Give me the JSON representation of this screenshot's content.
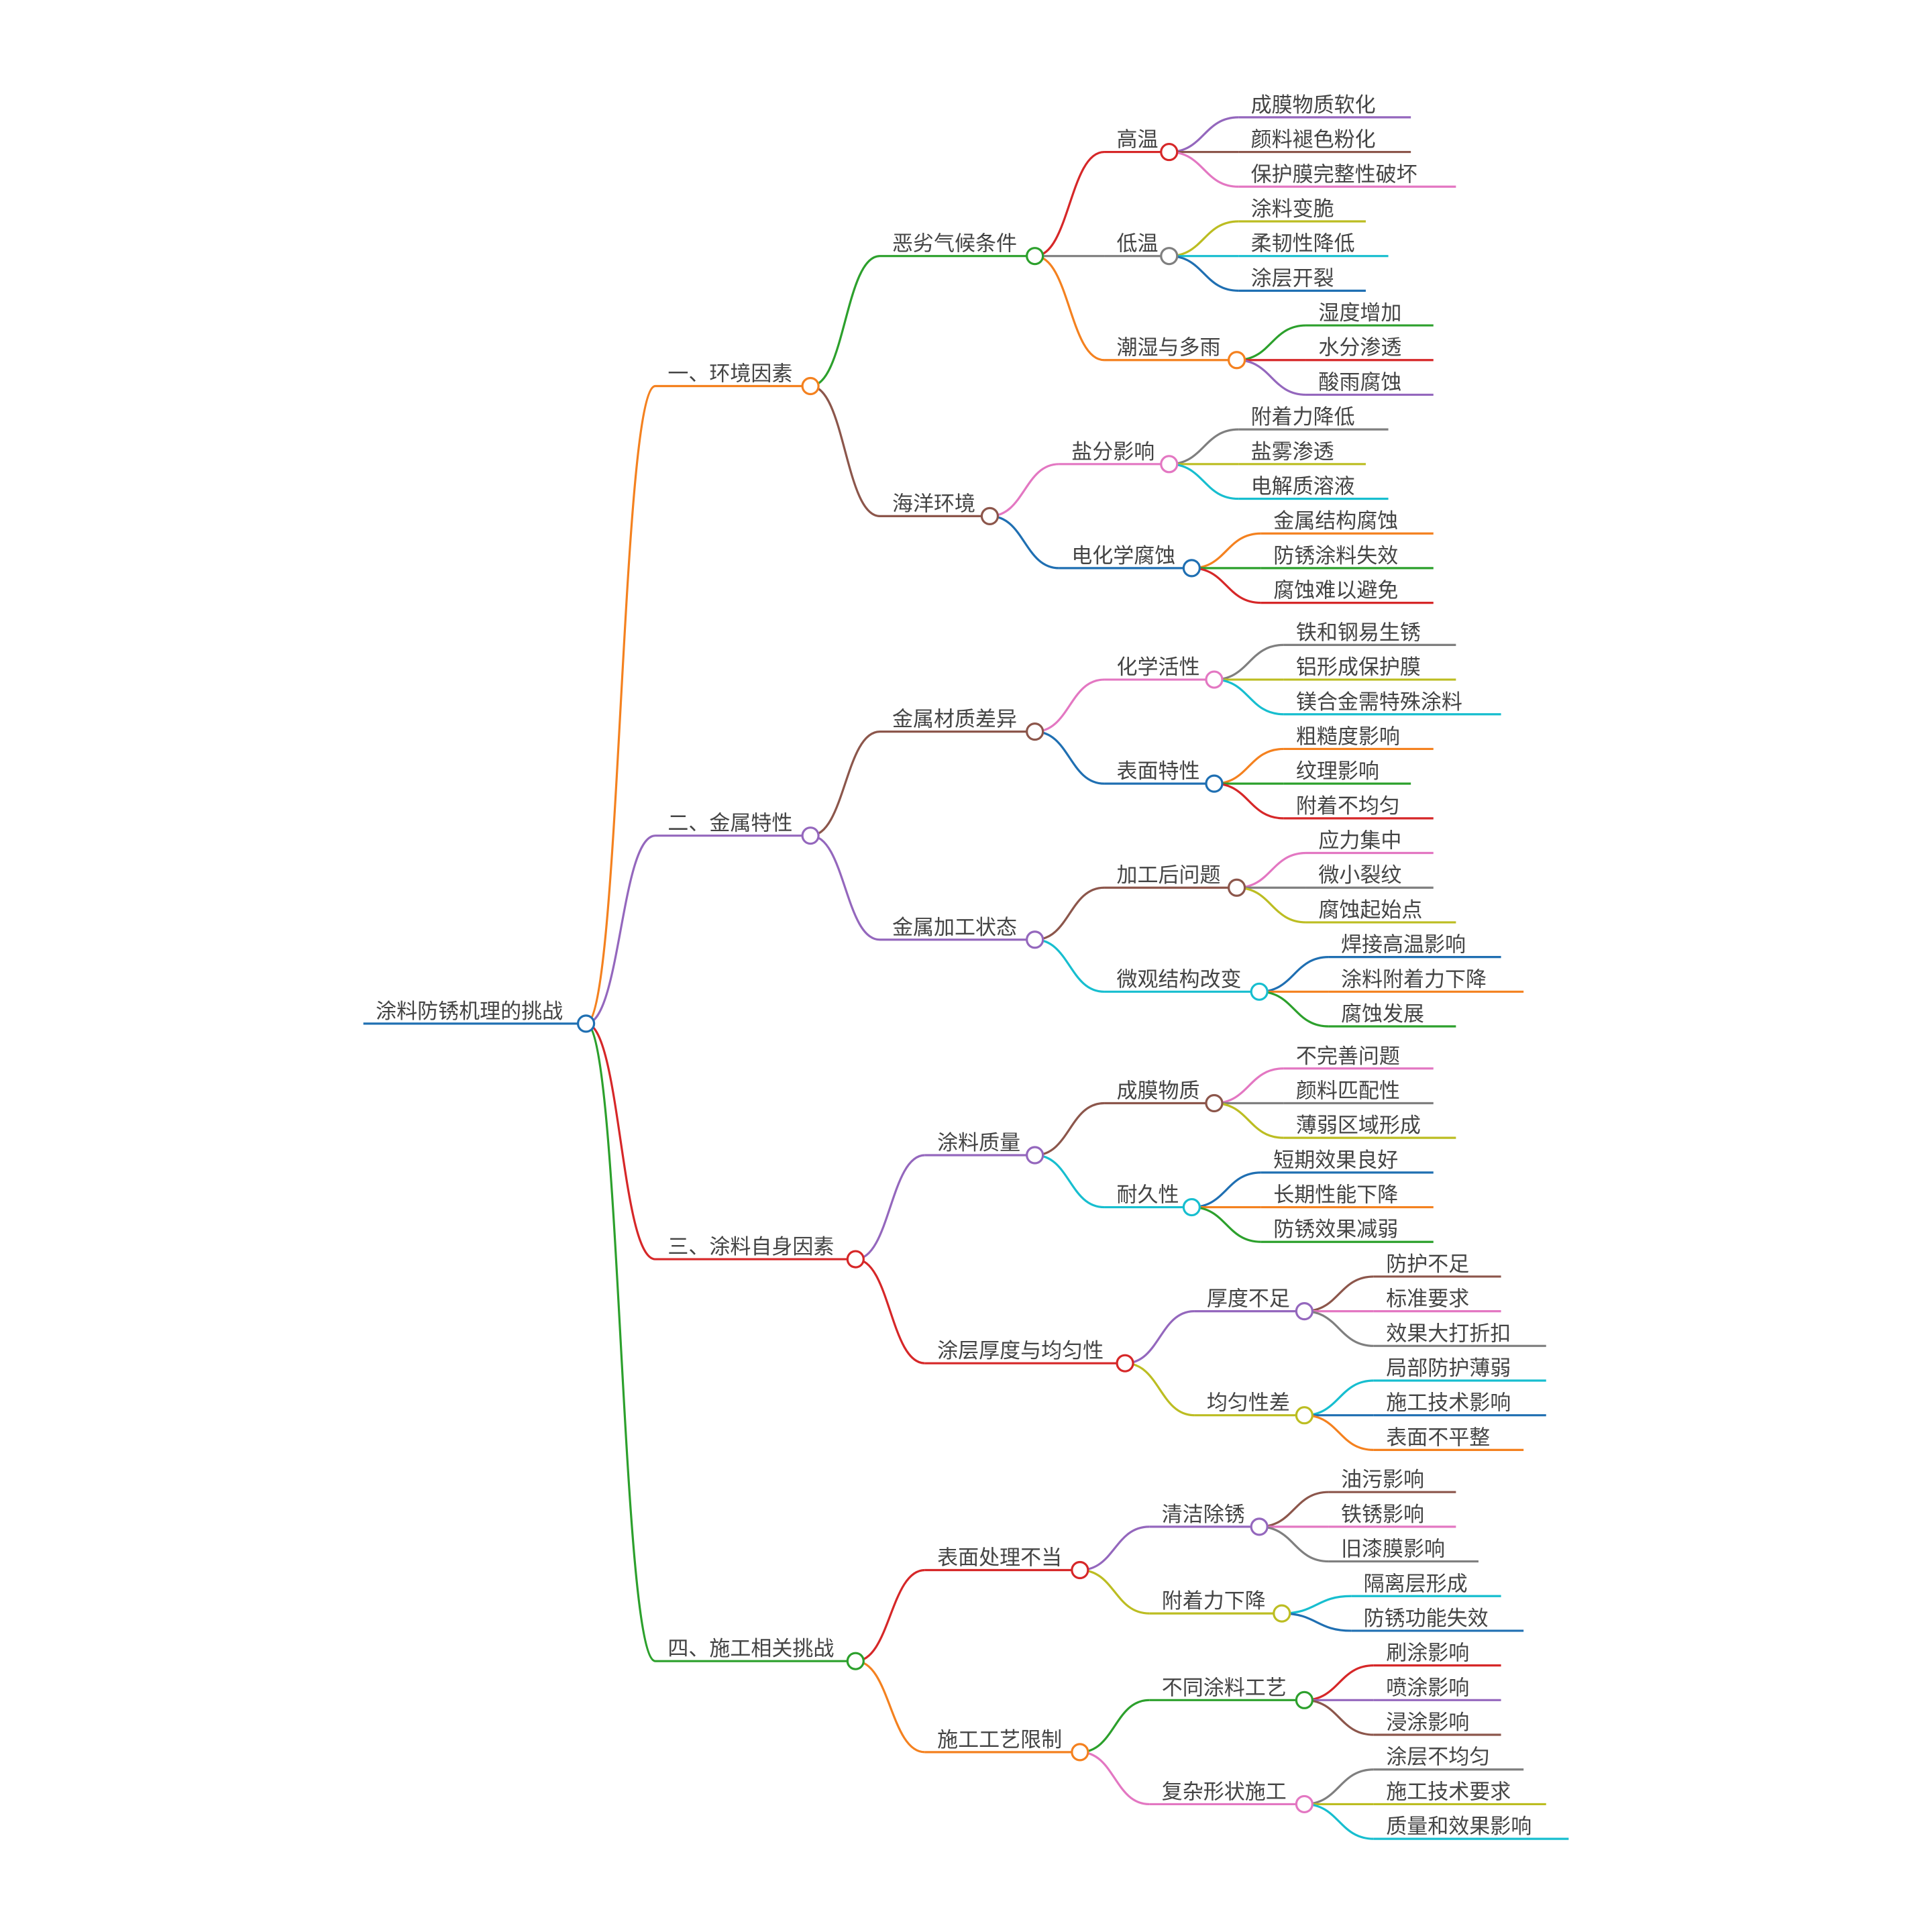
{
  "root": {
    "label": "涂料防锈机理的挑战",
    "children": [
      {
        "label": "一、环境因素",
        "color": "#f4811f",
        "children": [
          {
            "label": "恶劣气候条件",
            "color": "#2ca02c",
            "children": [
              {
                "label": "高温",
                "color": "#d62728",
                "children": [
                  {
                    "label": "成膜物质软化",
                    "color": "#9467bd"
                  },
                  {
                    "label": "颜料褪色粉化",
                    "color": "#8c564b"
                  },
                  {
                    "label": "保护膜完整性破坏",
                    "color": "#e377c2"
                  }
                ]
              },
              {
                "label": "低温",
                "color": "#7f7f7f",
                "children": [
                  {
                    "label": "涂料变脆",
                    "color": "#bcbd22"
                  },
                  {
                    "label": "柔韧性降低",
                    "color": "#17becf"
                  },
                  {
                    "label": "涂层开裂",
                    "color": "#1f6fb2"
                  }
                ]
              },
              {
                "label": "潮湿与多雨",
                "color": "#f4811f",
                "children": [
                  {
                    "label": "湿度增加",
                    "color": "#2ca02c"
                  },
                  {
                    "label": "水分渗透",
                    "color": "#d62728"
                  },
                  {
                    "label": "酸雨腐蚀",
                    "color": "#9467bd"
                  }
                ]
              }
            ]
          },
          {
            "label": "海洋环境",
            "color": "#8c564b",
            "children": [
              {
                "label": "盐分影响",
                "color": "#e377c2",
                "children": [
                  {
                    "label": "附着力降低",
                    "color": "#7f7f7f"
                  },
                  {
                    "label": "盐雾渗透",
                    "color": "#bcbd22"
                  },
                  {
                    "label": "电解质溶液",
                    "color": "#17becf"
                  }
                ]
              },
              {
                "label": "电化学腐蚀",
                "color": "#1f6fb2",
                "children": [
                  {
                    "label": "金属结构腐蚀",
                    "color": "#f4811f"
                  },
                  {
                    "label": "防锈涂料失效",
                    "color": "#2ca02c"
                  },
                  {
                    "label": "腐蚀难以避免",
                    "color": "#d62728"
                  }
                ]
              }
            ]
          }
        ]
      },
      {
        "label": "二、金属特性",
        "color": "#9467bd",
        "children": [
          {
            "label": "金属材质差异",
            "color": "#8c564b",
            "children": [
              {
                "label": "化学活性",
                "color": "#e377c2",
                "children": [
                  {
                    "label": "铁和钢易生锈",
                    "color": "#7f7f7f"
                  },
                  {
                    "label": "铝形成保护膜",
                    "color": "#bcbd22"
                  },
                  {
                    "label": "镁合金需特殊涂料",
                    "color": "#17becf"
                  }
                ]
              },
              {
                "label": "表面特性",
                "color": "#1f6fb2",
                "children": [
                  {
                    "label": "粗糙度影响",
                    "color": "#f4811f"
                  },
                  {
                    "label": "纹理影响",
                    "color": "#2ca02c"
                  },
                  {
                    "label": "附着不均匀",
                    "color": "#d62728"
                  }
                ]
              }
            ]
          },
          {
            "label": "金属加工状态",
            "color": "#9467bd",
            "children": [
              {
                "label": "加工后问题",
                "color": "#8c564b",
                "children": [
                  {
                    "label": "应力集中",
                    "color": "#e377c2"
                  },
                  {
                    "label": "微小裂纹",
                    "color": "#7f7f7f"
                  },
                  {
                    "label": "腐蚀起始点",
                    "color": "#bcbd22"
                  }
                ]
              },
              {
                "label": "微观结构改变",
                "color": "#17becf",
                "children": [
                  {
                    "label": "焊接高温影响",
                    "color": "#1f6fb2"
                  },
                  {
                    "label": "涂料附着力下降",
                    "color": "#f4811f"
                  },
                  {
                    "label": "腐蚀发展",
                    "color": "#2ca02c"
                  }
                ]
              }
            ]
          }
        ]
      },
      {
        "label": "三、涂料自身因素",
        "color": "#d62728",
        "children": [
          {
            "label": "涂料质量",
            "color": "#9467bd",
            "children": [
              {
                "label": "成膜物质",
                "color": "#8c564b",
                "children": [
                  {
                    "label": "不完善问题",
                    "color": "#e377c2"
                  },
                  {
                    "label": "颜料匹配性",
                    "color": "#7f7f7f"
                  },
                  {
                    "label": "薄弱区域形成",
                    "color": "#bcbd22"
                  }
                ]
              },
              {
                "label": "耐久性",
                "color": "#17becf",
                "children": [
                  {
                    "label": "短期效果良好",
                    "color": "#1f6fb2"
                  },
                  {
                    "label": "长期性能下降",
                    "color": "#f4811f"
                  },
                  {
                    "label": "防锈效果减弱",
                    "color": "#2ca02c"
                  }
                ]
              }
            ]
          },
          {
            "label": "涂层厚度与均匀性",
            "color": "#d62728",
            "children": [
              {
                "label": "厚度不足",
                "color": "#9467bd",
                "children": [
                  {
                    "label": "防护不足",
                    "color": "#8c564b"
                  },
                  {
                    "label": "标准要求",
                    "color": "#e377c2"
                  },
                  {
                    "label": "效果大打折扣",
                    "color": "#7f7f7f"
                  }
                ]
              },
              {
                "label": "均匀性差",
                "color": "#bcbd22",
                "children": [
                  {
                    "label": "局部防护薄弱",
                    "color": "#17becf"
                  },
                  {
                    "label": "施工技术影响",
                    "color": "#1f6fb2"
                  },
                  {
                    "label": "表面不平整",
                    "color": "#f4811f"
                  }
                ]
              }
            ]
          }
        ]
      },
      {
        "label": "四、施工相关挑战",
        "color": "#2ca02c",
        "children": [
          {
            "label": "表面处理不当",
            "color": "#d62728",
            "children": [
              {
                "label": "清洁除锈",
                "color": "#9467bd",
                "children": [
                  {
                    "label": "油污影响",
                    "color": "#8c564b"
                  },
                  {
                    "label": "铁锈影响",
                    "color": "#e377c2"
                  },
                  {
                    "label": "旧漆膜影响",
                    "color": "#7f7f7f"
                  }
                ]
              },
              {
                "label": "附着力下降",
                "color": "#bcbd22",
                "children": [
                  {
                    "label": "隔离层形成",
                    "color": "#17becf"
                  },
                  {
                    "label": "防锈功能失效",
                    "color": "#1f6fb2"
                  }
                ]
              }
            ]
          },
          {
            "label": "施工工艺限制",
            "color": "#f4811f",
            "children": [
              {
                "label": "不同涂料工艺",
                "color": "#2ca02c",
                "children": [
                  {
                    "label": "刷涂影响",
                    "color": "#d62728"
                  },
                  {
                    "label": "喷涂影响",
                    "color": "#9467bd"
                  },
                  {
                    "label": "浸涂影响",
                    "color": "#8c564b"
                  }
                ]
              },
              {
                "label": "复杂形状施工",
                "color": "#e377c2",
                "children": [
                  {
                    "label": "涂层不均匀",
                    "color": "#7f7f7f"
                  },
                  {
                    "label": "施工技术要求",
                    "color": "#bcbd22"
                  },
                  {
                    "label": "质量和效果影响",
                    "color": "#17becf"
                  }
                ]
              }
            ]
          }
        ]
      }
    ]
  }
}
